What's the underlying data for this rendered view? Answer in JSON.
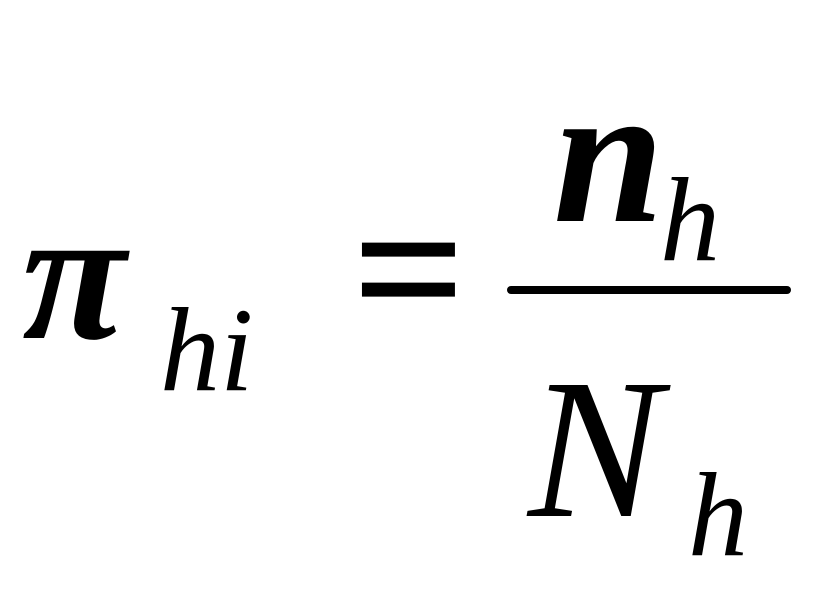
{
  "formula": {
    "lhs": "π",
    "lhs_subscript": "hi",
    "operator": "=",
    "numerator": "n",
    "numerator_subscript": "h",
    "denominator": "N",
    "denominator_subscript": "h"
  }
}
